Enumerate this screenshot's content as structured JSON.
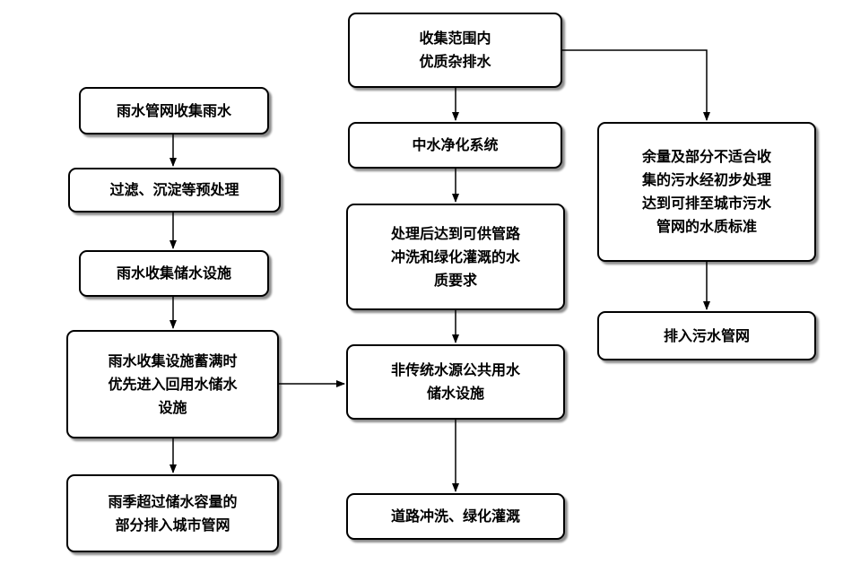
{
  "nodes": {
    "rain_pipe_collect": "雨水管网收集雨水",
    "filter_pretreat": "过滤、沉淀等预处理",
    "rain_storage_facility": "雨水收集储水设施",
    "storage_full_priority": "雨水收集设施蓄满时\n优先进入回用水储水\n设施",
    "rain_season_overflow": "雨季超过储水容量的\n部分排入城市管网",
    "greywater_collect": "收集范围内\n优质杂排水",
    "reclaimed_purify": "中水净化系统",
    "treated_quality": "处理后达到可供管路\n冲洗和绿化灌溉的水\n质要求",
    "public_storage": "非传统水源公共用水\n储水设施",
    "road_irrigation": "道路冲洗、绿化灌溉",
    "surplus_sewage": "余量及部分不适合收\n集的污水经初步处理\n达到可排至城市污水\n管网的水质标准",
    "discharge_sewer": "排入污水管网"
  }
}
